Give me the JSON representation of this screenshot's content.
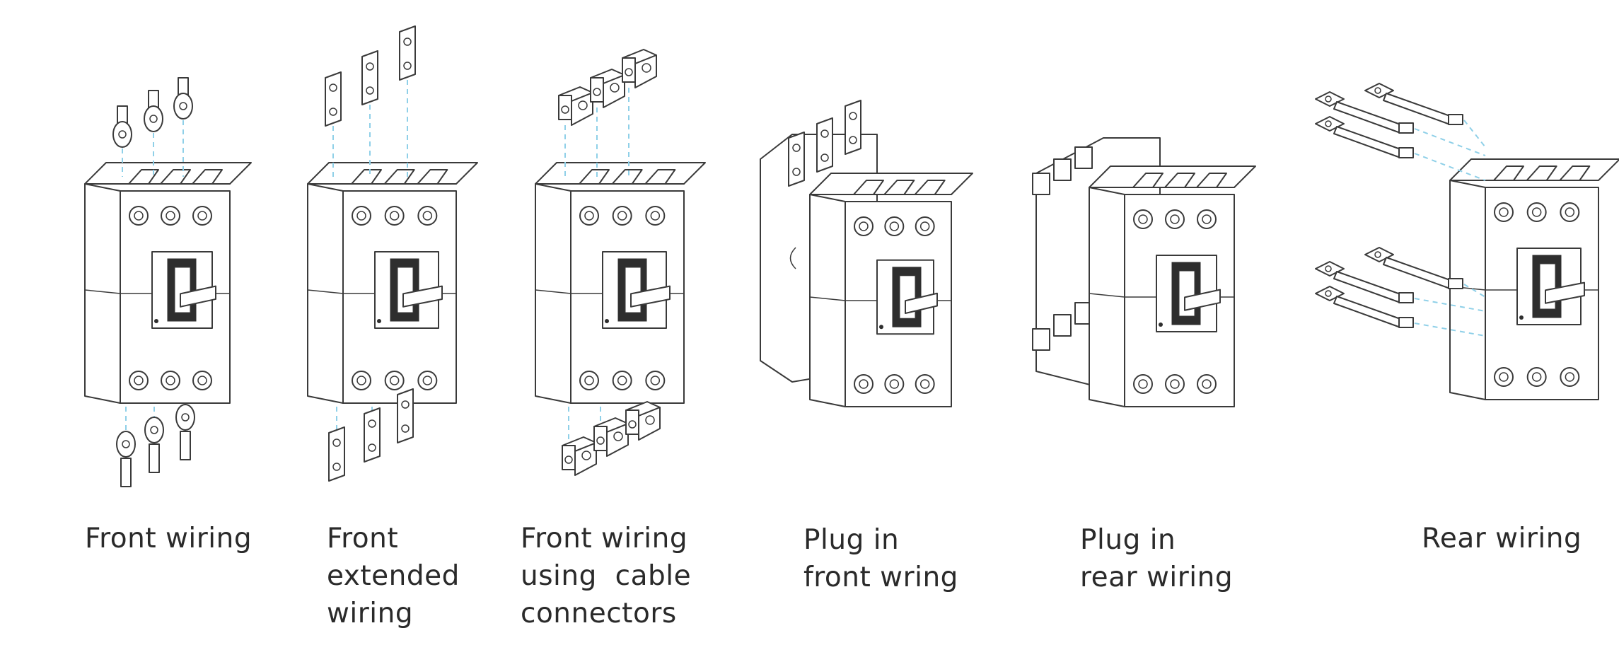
{
  "panels": [
    {
      "id": "front-wiring",
      "caption": [
        "Front wiring"
      ]
    },
    {
      "id": "front-extended-wiring",
      "caption": [
        "Front",
        "extended",
        "wiring"
      ]
    },
    {
      "id": "front-wiring-cable-connectors",
      "caption": [
        "Front wiring",
        "using  cable",
        "connectors"
      ]
    },
    {
      "id": "plug-in-front-wiring",
      "caption": [
        "Plug in",
        "front wring"
      ]
    },
    {
      "id": "plug-in-rear-wiring",
      "caption": [
        "Plug in",
        "rear wiring"
      ]
    },
    {
      "id": "rear-wiring",
      "caption": [
        "Rear wiring"
      ]
    }
  ],
  "colors": {
    "line": "#3a3a3a",
    "dash": "#8fd0e8",
    "fill": "#ffffff",
    "dark": "#2e2e2e"
  },
  "icons": [
    "cable-lug-icon",
    "extension-bar-icon",
    "cable-connector-icon",
    "breaker-icon",
    "plug-in-base-icon",
    "rear-stud-icon"
  ]
}
